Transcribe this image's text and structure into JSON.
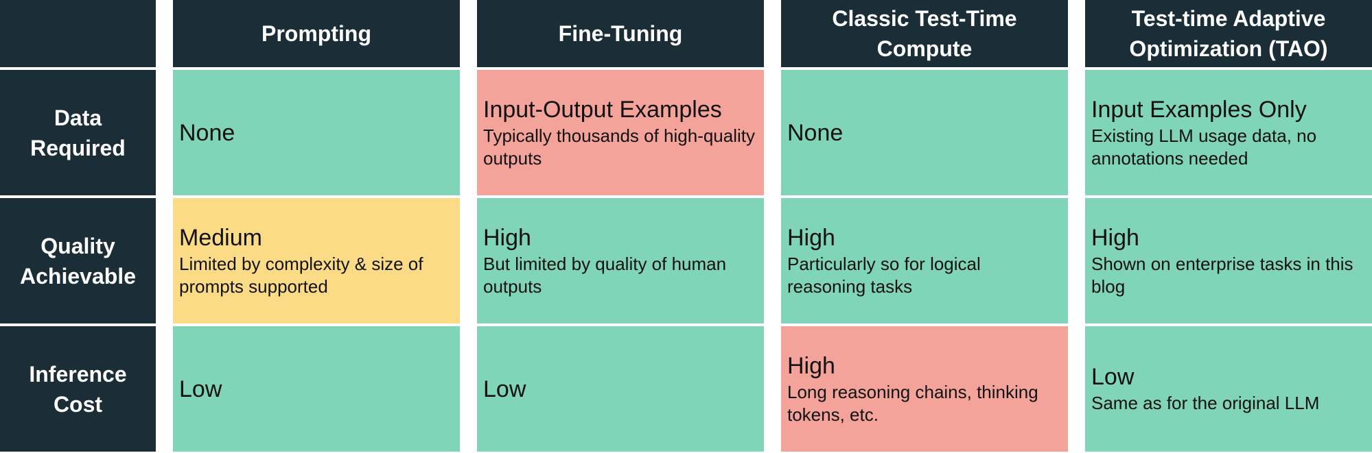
{
  "colors": {
    "header_bg": "#1b2e38",
    "good": "#80d4b8",
    "bad": "#f4a39a",
    "medium": "#fcdb86"
  },
  "table": {
    "columns": [
      "Prompting",
      "Fine-Tuning",
      "Classic Test-Time Compute",
      "Test-time Adaptive Optimization (TAO)"
    ],
    "rows": [
      {
        "label": "Data Required",
        "cells": [
          {
            "main": "None",
            "sub": "",
            "rating": "good"
          },
          {
            "main": "Input-Output Examples",
            "sub": "Typically thousands of high-quality outputs",
            "rating": "bad"
          },
          {
            "main": "None",
            "sub": "",
            "rating": "good"
          },
          {
            "main": "Input Examples Only",
            "sub": "Existing LLM usage data, no annotations needed",
            "rating": "good"
          }
        ]
      },
      {
        "label": "Quality Achievable",
        "cells": [
          {
            "main": "Medium",
            "sub": "Limited by complexity & size of prompts supported",
            "rating": "medium"
          },
          {
            "main": "High",
            "sub": "But limited by quality of human outputs",
            "rating": "good"
          },
          {
            "main": "High",
            "sub": "Particularly so for logical reasoning tasks",
            "rating": "good"
          },
          {
            "main": "High",
            "sub": "Shown on enterprise tasks in this blog",
            "rating": "good"
          }
        ]
      },
      {
        "label": "Inference Cost",
        "cells": [
          {
            "main": "Low",
            "sub": "",
            "rating": "good"
          },
          {
            "main": "Low",
            "sub": "",
            "rating": "good"
          },
          {
            "main": "High",
            "sub": "Long reasoning chains, thinking tokens, etc.",
            "rating": "bad"
          },
          {
            "main": "Low",
            "sub": "Same as for the original LLM",
            "rating": "good"
          }
        ]
      }
    ]
  }
}
